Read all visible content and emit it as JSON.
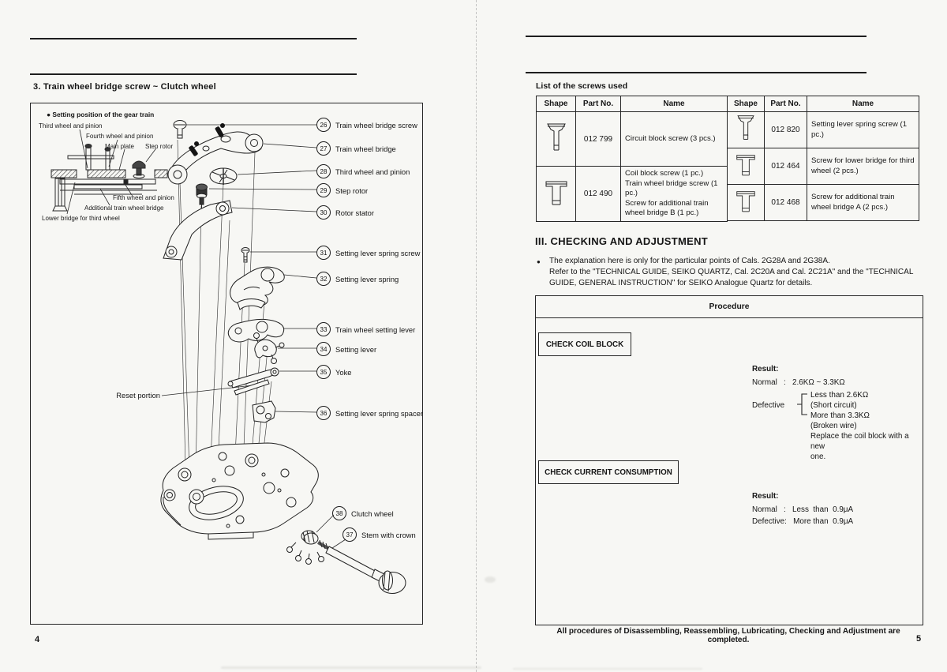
{
  "page_left": {
    "page_number": "4",
    "section_title": "3.  Train wheel bridge screw ~ Clutch wheel",
    "figure": {
      "inset": {
        "title": "● Setting position of the gear train",
        "labels": {
          "third_wheel": "Third wheel and pinion",
          "fourth_wheel": "Fourth wheel and pinion",
          "main_plate": "Main plate",
          "step_rotor": "Step rotor",
          "fifth_wheel": "Fifth wheel and pinion",
          "additional_bridge": "Additional train wheel bridge",
          "lower_bridge": "Lower bridge for third wheel"
        }
      },
      "reset_label": "Reset portion",
      "callouts": [
        {
          "num": "26",
          "label": "Train wheel bridge screw"
        },
        {
          "num": "27",
          "label": "Train wheel bridge"
        },
        {
          "num": "28",
          "label": "Third wheel and pinion"
        },
        {
          "num": "29",
          "label": "Step rotor"
        },
        {
          "num": "30",
          "label": "Rotor stator"
        },
        {
          "num": "31",
          "label": "Setting lever spring screw"
        },
        {
          "num": "32",
          "label": "Setting lever spring"
        },
        {
          "num": "33",
          "label": "Train wheel setting lever"
        },
        {
          "num": "34",
          "label": "Setting lever"
        },
        {
          "num": "35",
          "label": "Yoke"
        },
        {
          "num": "36",
          "label": "Setting lever spring spacer"
        },
        {
          "num": "38",
          "label": "Clutch wheel"
        },
        {
          "num": "37",
          "label": "Stem with crown"
        }
      ]
    }
  },
  "page_right": {
    "page_number": "5",
    "screw_list_heading": "List of the screws used",
    "table_headers": {
      "shape": "Shape",
      "part_no": "Part No.",
      "name": "Name"
    },
    "screw_tables": [
      {
        "rows": [
          {
            "shape_icon": "flat-head-screw-icon",
            "part_no": "012 799",
            "name": "Circuit block screw (3 pcs.)"
          },
          {
            "shape_icon": "pan-head-screw-icon",
            "part_no": "012 490",
            "name": "Coil block screw (1 pc.)\nTrain wheel bridge screw (1 pc.)\nScrew for additional train\nwheel bridge B (1 pc.)"
          }
        ]
      },
      {
        "rows": [
          {
            "shape_icon": "flat-head-screw-icon",
            "part_no": "012 820",
            "name": "Setting lever spring screw (1 pc.)"
          },
          {
            "shape_icon": "pan-head-screw-icon",
            "part_no": "012 464",
            "name": "Screw for lower bridge for third\nwheel (2 pcs.)"
          },
          {
            "shape_icon": "pan-head-screw-icon",
            "part_no": "012 468",
            "name": "Screw for additional train\nwheel bridge A (2 pcs.)"
          }
        ]
      }
    ],
    "section_heading": "III. CHECKING AND ADJUSTMENT",
    "intro_bullet": "●",
    "intro_lines": "The explanation here is only for the particular points of Cals. 2G28A and 2G38A.\nRefer to the \"TECHNICAL GUIDE, SEIKO QUARTZ, Cal. 2C20A and Cal. 2C21A\" and the \"TECHNICAL\nGUIDE, GENERAL INSTRUCTION\" for SEIKO Analogue Quartz for details.",
    "procedure": {
      "header": "Procedure",
      "coil": {
        "box_label": "CHECK COIL BLOCK",
        "result_title": "Result:",
        "normal_line": "Normal   :   2.6KΩ ~ 3.3KΩ",
        "defective_label": "Defective",
        "branch_top": "Less than 2.6KΩ",
        "branch_top_note": "(Short circuit)",
        "branch_bottom": "More than 3.3KΩ",
        "branch_bottom_note": "(Broken wire)",
        "replace_note": "Replace the coil block with a new\none."
      },
      "current": {
        "box_label": "CHECK CURRENT CONSUMPTION",
        "result_title": "Result:",
        "normal_line": "Normal   :   Less  than  0.9μA",
        "defective_line": "Defective:   More than  0.9μA"
      }
    },
    "footer_note": "All procedures of Disassembling, Reassembling, Lubricating, Checking and Adjustment are completed."
  }
}
